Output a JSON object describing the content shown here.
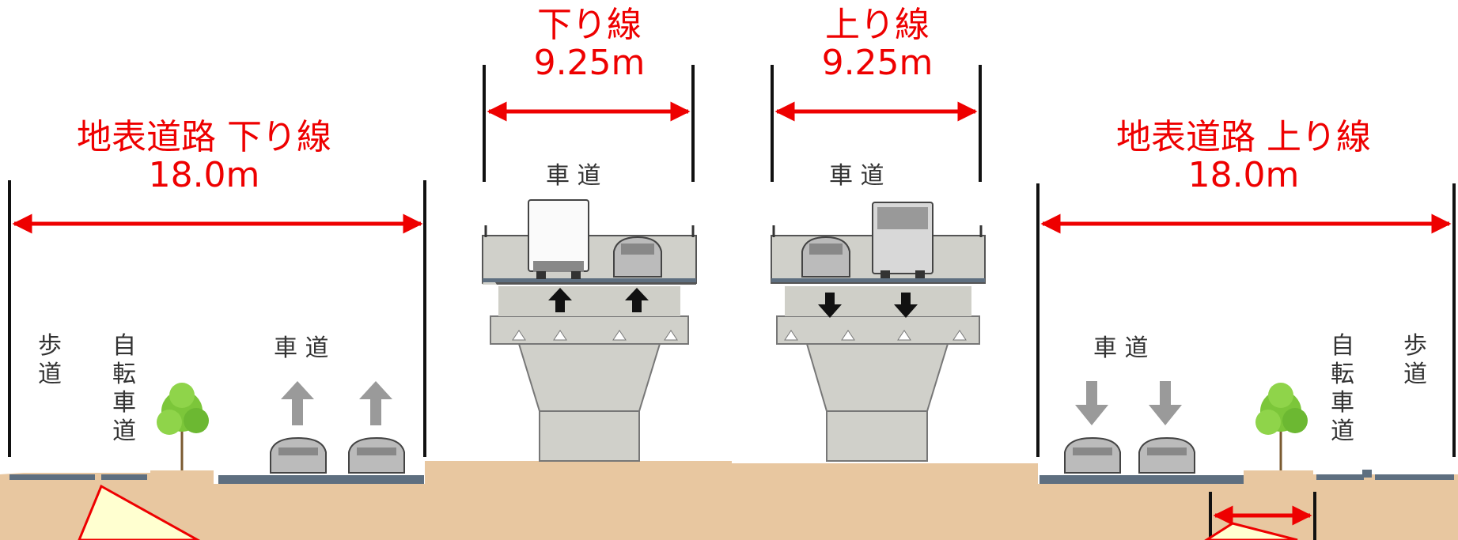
{
  "dimensions": {
    "surface_down": {
      "title": "地表道路 下り線",
      "width": "18.0m"
    },
    "elevated_down": {
      "title": "下り線",
      "width": "9.25m"
    },
    "elevated_up": {
      "title": "上り線",
      "width": "9.25m"
    },
    "surface_up": {
      "title": "地表道路 上り線",
      "width": "18.0m"
    }
  },
  "labels": {
    "roadway": "車 道",
    "sidewalk": "歩道",
    "bike_lane": "自転車道"
  },
  "colors": {
    "dimension_red": "#ee0000",
    "ground": "#e8c7a0",
    "pavement": "#5e6f80",
    "concrete": "#d0d0ca",
    "arrow_gray": "#9a9a9a",
    "arrow_black": "#111111",
    "tree_green": "#7cc63a",
    "callout_yellow": "#ffffd0"
  }
}
